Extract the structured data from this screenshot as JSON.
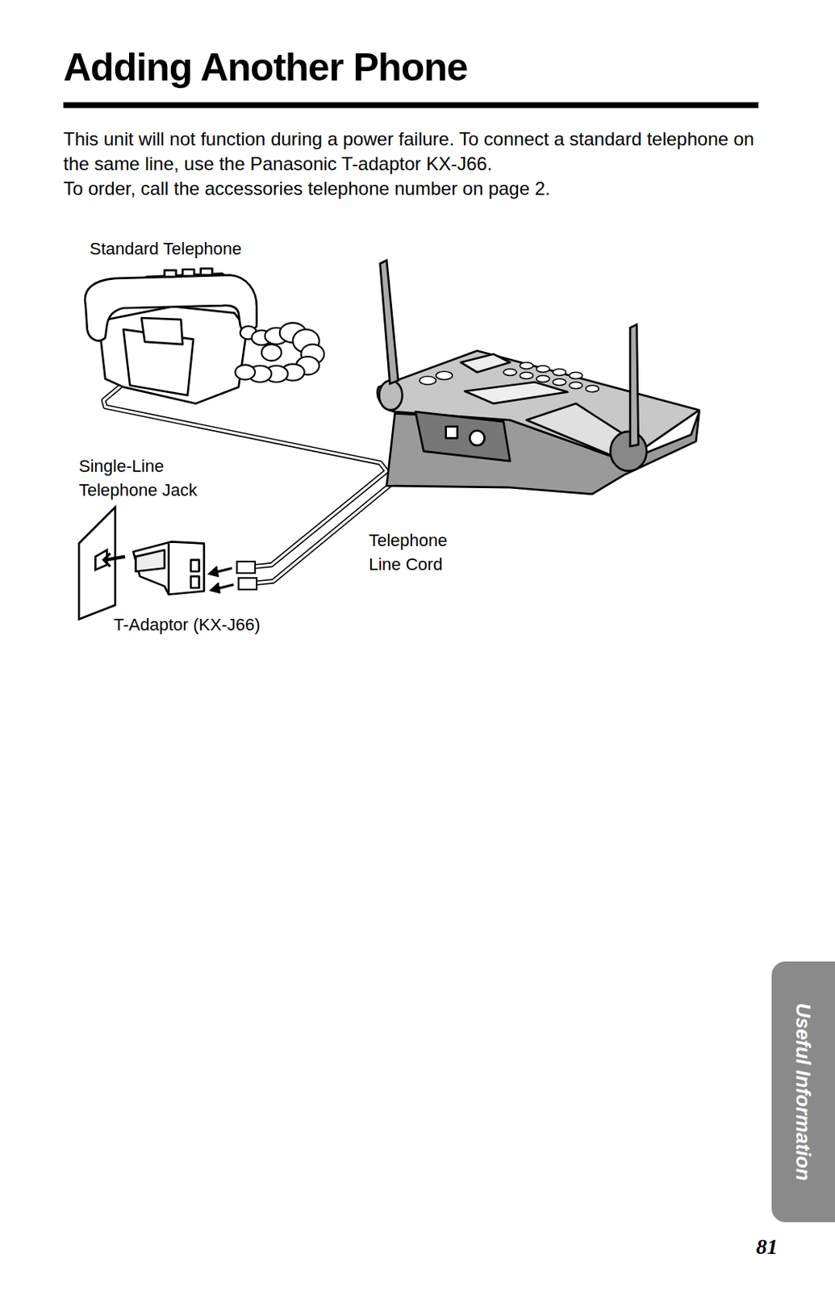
{
  "diagram": {
    "title": "Adding Another Phone",
    "nodes": [
      {
        "text": [
          "Useful Information"
        ]
      }
    ],
    "labels": [
      "This unit will not function during a power failure. To connect a standard telephone on the same line, use the Panasonic T-adaptor KX-J66.",
      "To order, call the accessories telephone number on page 2.",
      "Standard Telephone",
      "Single-Line Telephone Jack",
      "Telephone Line Cord",
      "T-Adaptor (KX-J66)",
      "81"
    ]
  }
}
